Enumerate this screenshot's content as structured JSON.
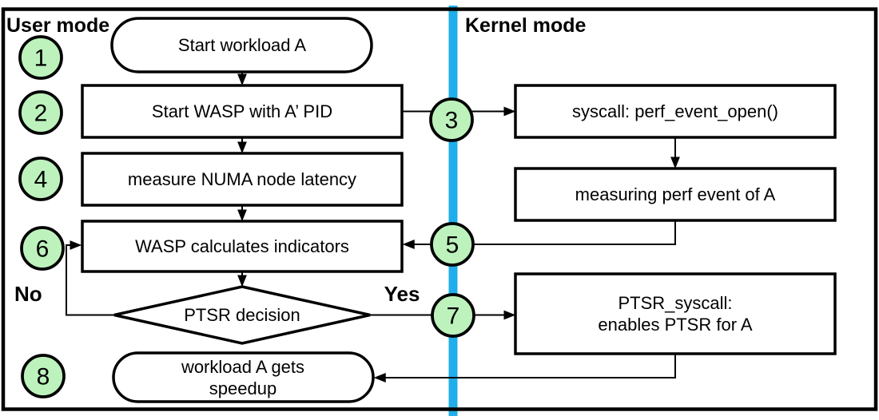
{
  "regions": {
    "user_mode_label": "User mode",
    "kernel_mode_label": "Kernel mode"
  },
  "nodes": {
    "start_workload": {
      "label": "Start workload A"
    },
    "start_wasp": {
      "label": "Start WASP with A’ PID"
    },
    "measure_numa": {
      "label": "measure NUMA node latency"
    },
    "wasp_calculates": {
      "label": "WASP calculates indicators"
    },
    "ptsr_decision": {
      "label": "PTSR decision"
    },
    "workload_speedup": {
      "line1": "workload A gets",
      "line2": "speedup"
    },
    "syscall_perf": {
      "label": "syscall: perf_event_open()"
    },
    "measuring_perf": {
      "label": "measuring perf event of A"
    },
    "ptsr_syscall": {
      "line1": "PTSR_syscall:",
      "line2": "enables PTSR for A"
    }
  },
  "branch_labels": {
    "no": "No",
    "yes": "Yes"
  },
  "steps": [
    "1",
    "2",
    "3",
    "4",
    "5",
    "6",
    "7",
    "8"
  ],
  "colors": {
    "step_circle_fill": "#BDF2BD",
    "mode_divider": "#1FAEE9",
    "shape_stroke": "#000000"
  }
}
